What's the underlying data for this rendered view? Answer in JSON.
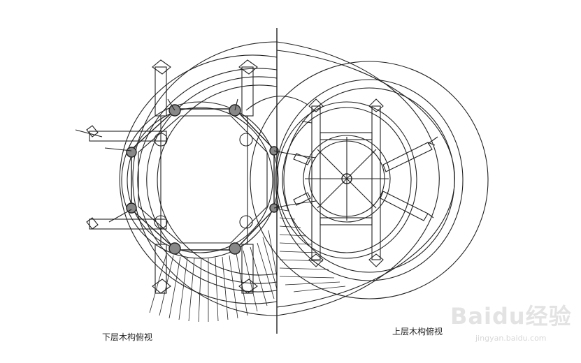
{
  "captions": {
    "lower": "下层木构俯视",
    "upper": "上层木构俯视"
  },
  "watermark": {
    "brand": "Baidu经验",
    "url": "jingyan.baidu.com"
  },
  "colors": {
    "ink": "#222222",
    "watermark": "#e3e3e3"
  }
}
